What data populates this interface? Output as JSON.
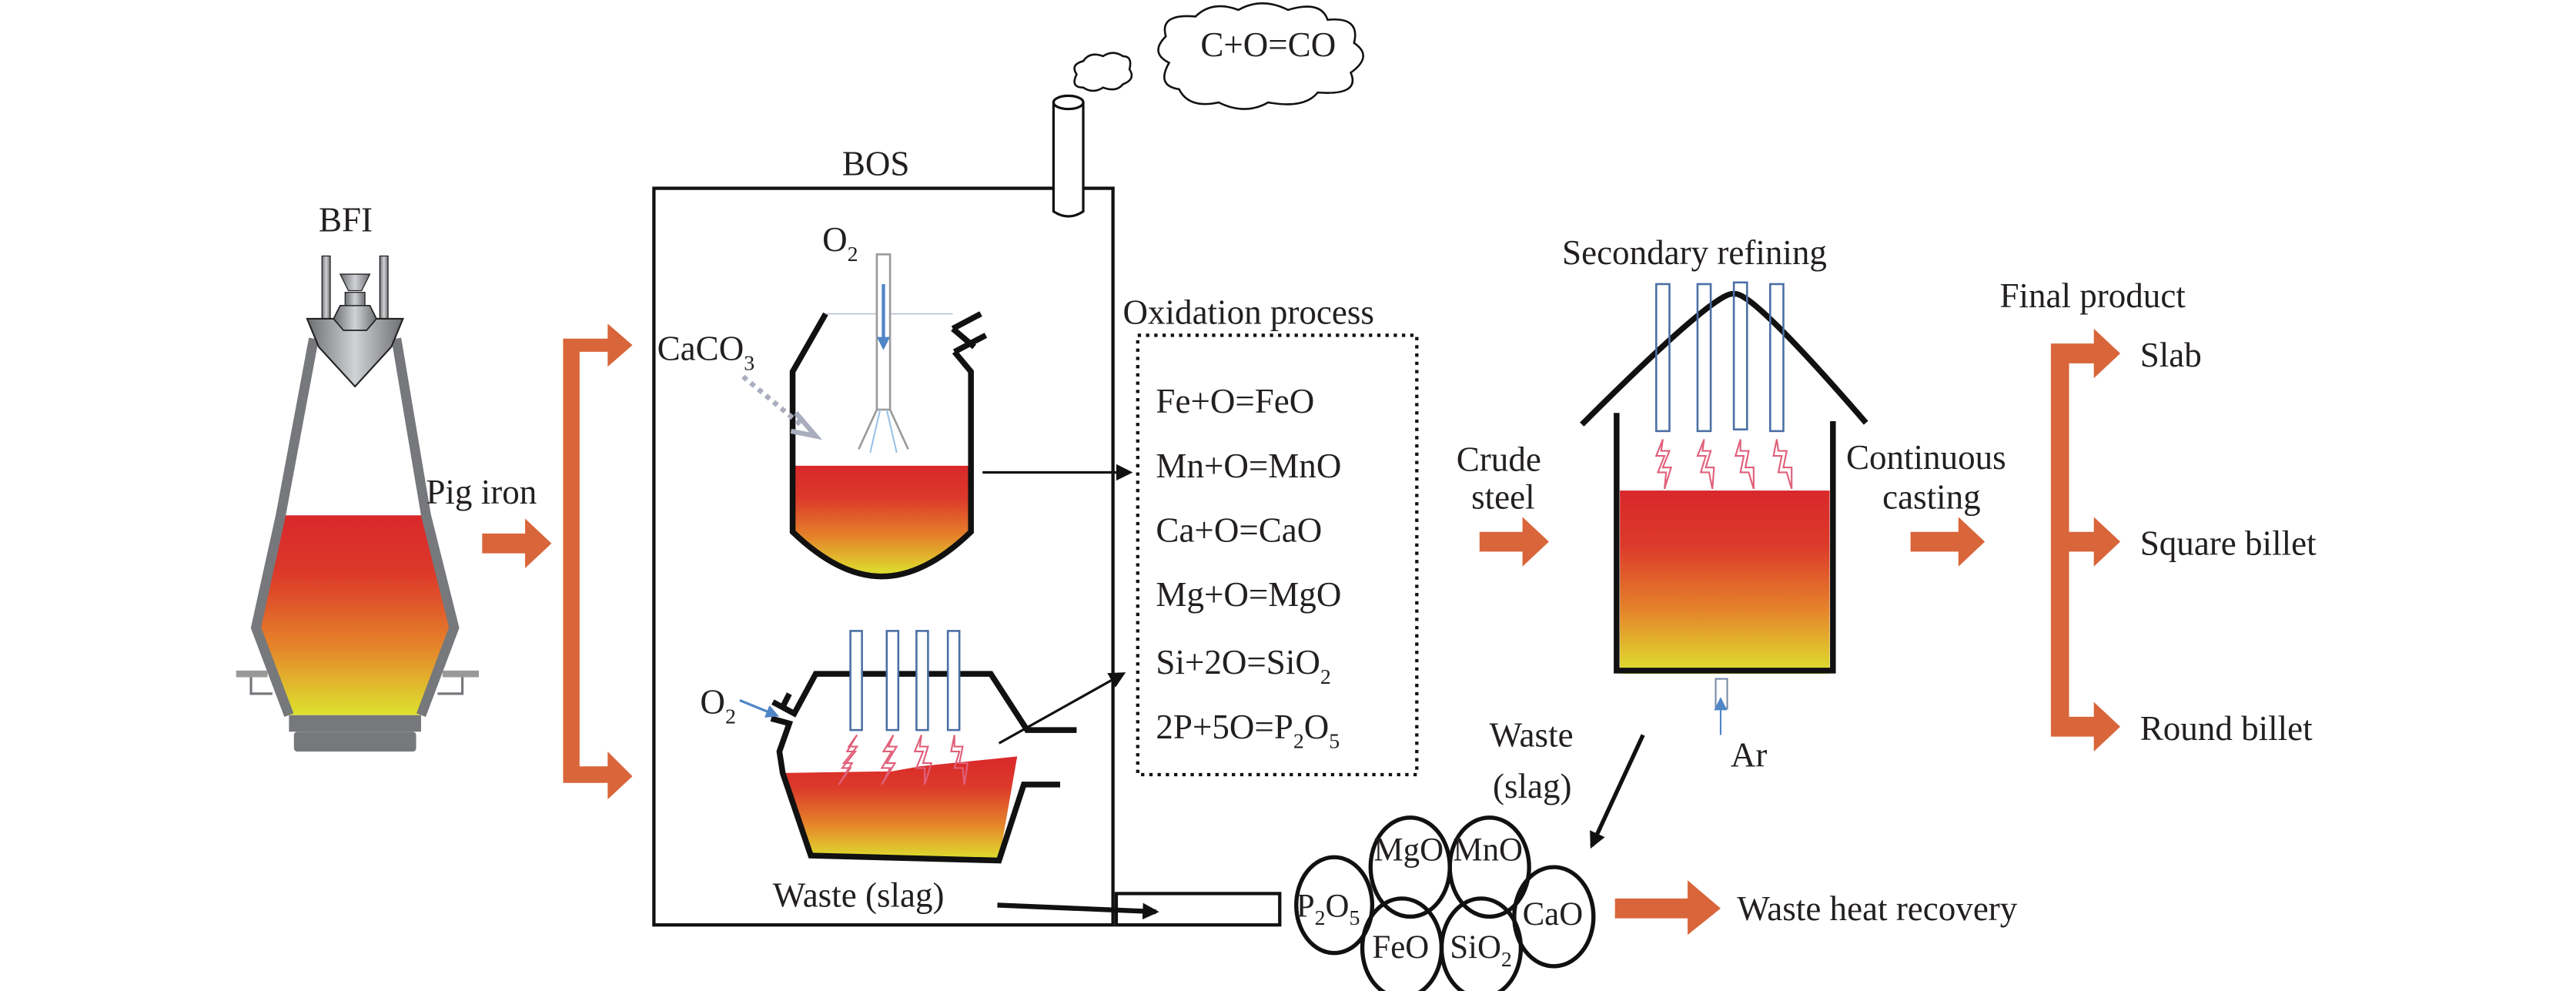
{
  "title": "Steelmaking process flow: BFI to BOS to secondary refining to continuous casting",
  "colors": {
    "flow_arrow": "#D9653A",
    "melt_top": "#D9282B",
    "melt_mid": "#E5832A",
    "melt_bottom": "#DDE22E",
    "furnace_grey": "#76787C",
    "lance_blue": "#4A6FA5",
    "oxygen_arrow": "#4F86C6",
    "spark_pink": "#E0607A"
  },
  "stages": {
    "bfi": {
      "label": "BFI"
    },
    "pig_iron": {
      "label": "Pig iron"
    },
    "bos": {
      "label": "BOS",
      "top_converter": {
        "o2_label": "O",
        "o2_sub": "2",
        "caco3_label": "CaCO",
        "caco3_sub": "3"
      },
      "bottom_converter": {
        "o2_label": "O",
        "o2_sub": "2"
      },
      "waste_label": "Waste (slag)"
    },
    "exhaust": {
      "reaction": "C+O=CO"
    },
    "oxidation": {
      "title": "Oxidation process",
      "reactions": [
        {
          "main": "Fe+O=FeO"
        },
        {
          "main": "Mn+O=MnO"
        },
        {
          "main": "Ca+O=CaO"
        },
        {
          "main": "Mg+O=MgO"
        },
        {
          "pre": "Si+2O=SiO",
          "sub": "2"
        },
        {
          "pre": "2P+5O=P",
          "sub1": "2",
          "mid": "O",
          "sub2": "5"
        }
      ]
    },
    "crude_steel": {
      "line1": "Crude",
      "line2": "steel"
    },
    "secondary_refining": {
      "label": "Secondary refining",
      "ar_label": "Ar",
      "waste_line1": "Waste",
      "waste_line2": "(slag)"
    },
    "continuous_casting": {
      "line1": "Continuous",
      "line2": "casting"
    },
    "final_product": {
      "title": "Final product",
      "items": [
        "Slab",
        "Square billet",
        "Round billet"
      ]
    },
    "slag": {
      "components": [
        {
          "name": "P",
          "sub1": "2",
          "mid": "O",
          "sub2": "5"
        },
        {
          "name": "MgO"
        },
        {
          "name": "MnO"
        },
        {
          "name": "CaO"
        },
        {
          "name": "FeO"
        },
        {
          "name": "SiO",
          "sub": "2"
        }
      ],
      "recovery_label": "Waste heat recovery"
    }
  }
}
